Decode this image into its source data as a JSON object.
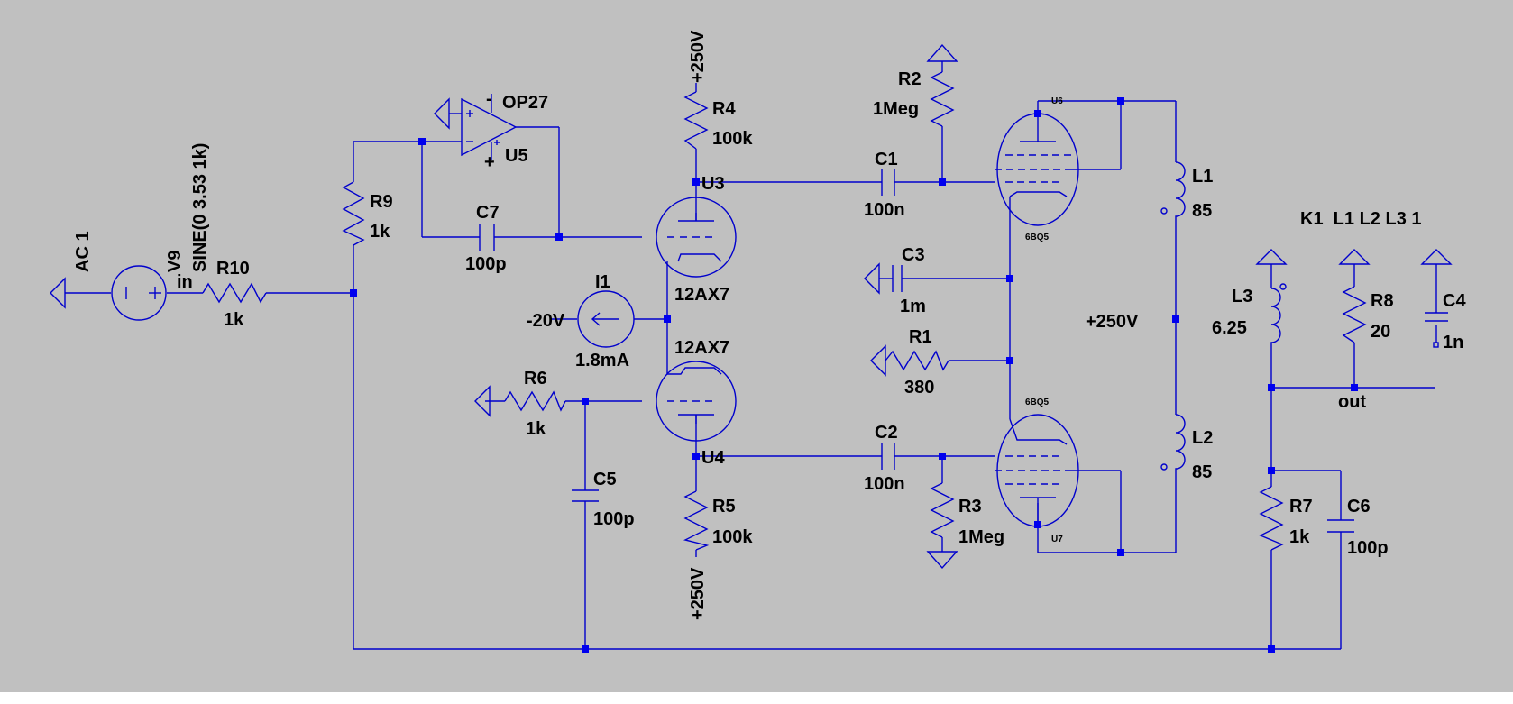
{
  "directive": "K1  L1 L2 L3 1",
  "source": {
    "name": "V9",
    "ac": "AC 1",
    "value": "SINE(0 3.53 1k)",
    "net": "in"
  },
  "resistors": {
    "R1": {
      "name": "R1",
      "value": "380"
    },
    "R2": {
      "name": "R2",
      "value": "1Meg"
    },
    "R3": {
      "name": "R3",
      "value": "1Meg"
    },
    "R4": {
      "name": "R4",
      "value": "100k"
    },
    "R5": {
      "name": "R5",
      "value": "100k"
    },
    "R6": {
      "name": "R6",
      "value": "1k"
    },
    "R7": {
      "name": "R7",
      "value": "1k"
    },
    "R8": {
      "name": "R8",
      "value": "20"
    },
    "R9": {
      "name": "R9",
      "value": "1k"
    },
    "R10": {
      "name": "R10",
      "value": "1k"
    }
  },
  "capacitors": {
    "C1": {
      "name": "C1",
      "value": "100n"
    },
    "C2": {
      "name": "C2",
      "value": "100n"
    },
    "C3": {
      "name": "C3",
      "value": "1m"
    },
    "C4": {
      "name": "C4",
      "value": "1n"
    },
    "C5": {
      "name": "C5",
      "value": "100p"
    },
    "C6": {
      "name": "C6",
      "value": "100p"
    },
    "C7": {
      "name": "C7",
      "value": "100p"
    }
  },
  "inductors": {
    "L1": {
      "name": "L1",
      "value": "85"
    },
    "L2": {
      "name": "L2",
      "value": "85"
    },
    "L3": {
      "name": "L3",
      "value": "6.25"
    }
  },
  "current_source": {
    "name": "I1",
    "value": "1.8mA",
    "net": "-20V"
  },
  "opamp": {
    "model": "OP27",
    "ref": "U5",
    "plus": "+",
    "minus": "-"
  },
  "triodes": {
    "U3": {
      "ref": "U3",
      "model": "12AX7"
    },
    "U4": {
      "ref": "U4",
      "model": "12AX7"
    }
  },
  "pentodes": {
    "U6": {
      "ref": "U6",
      "model": "6BQ5"
    },
    "U7": {
      "ref": "U7",
      "model": "6BQ5"
    }
  },
  "supplies": {
    "top": "+250V",
    "bottom": "+250V",
    "mid": "+250V"
  },
  "output_net": "out",
  "colors": {
    "background": "#c0c0c0",
    "wire": "#0000cc",
    "junction": "#0000ee",
    "text": "#000000"
  }
}
